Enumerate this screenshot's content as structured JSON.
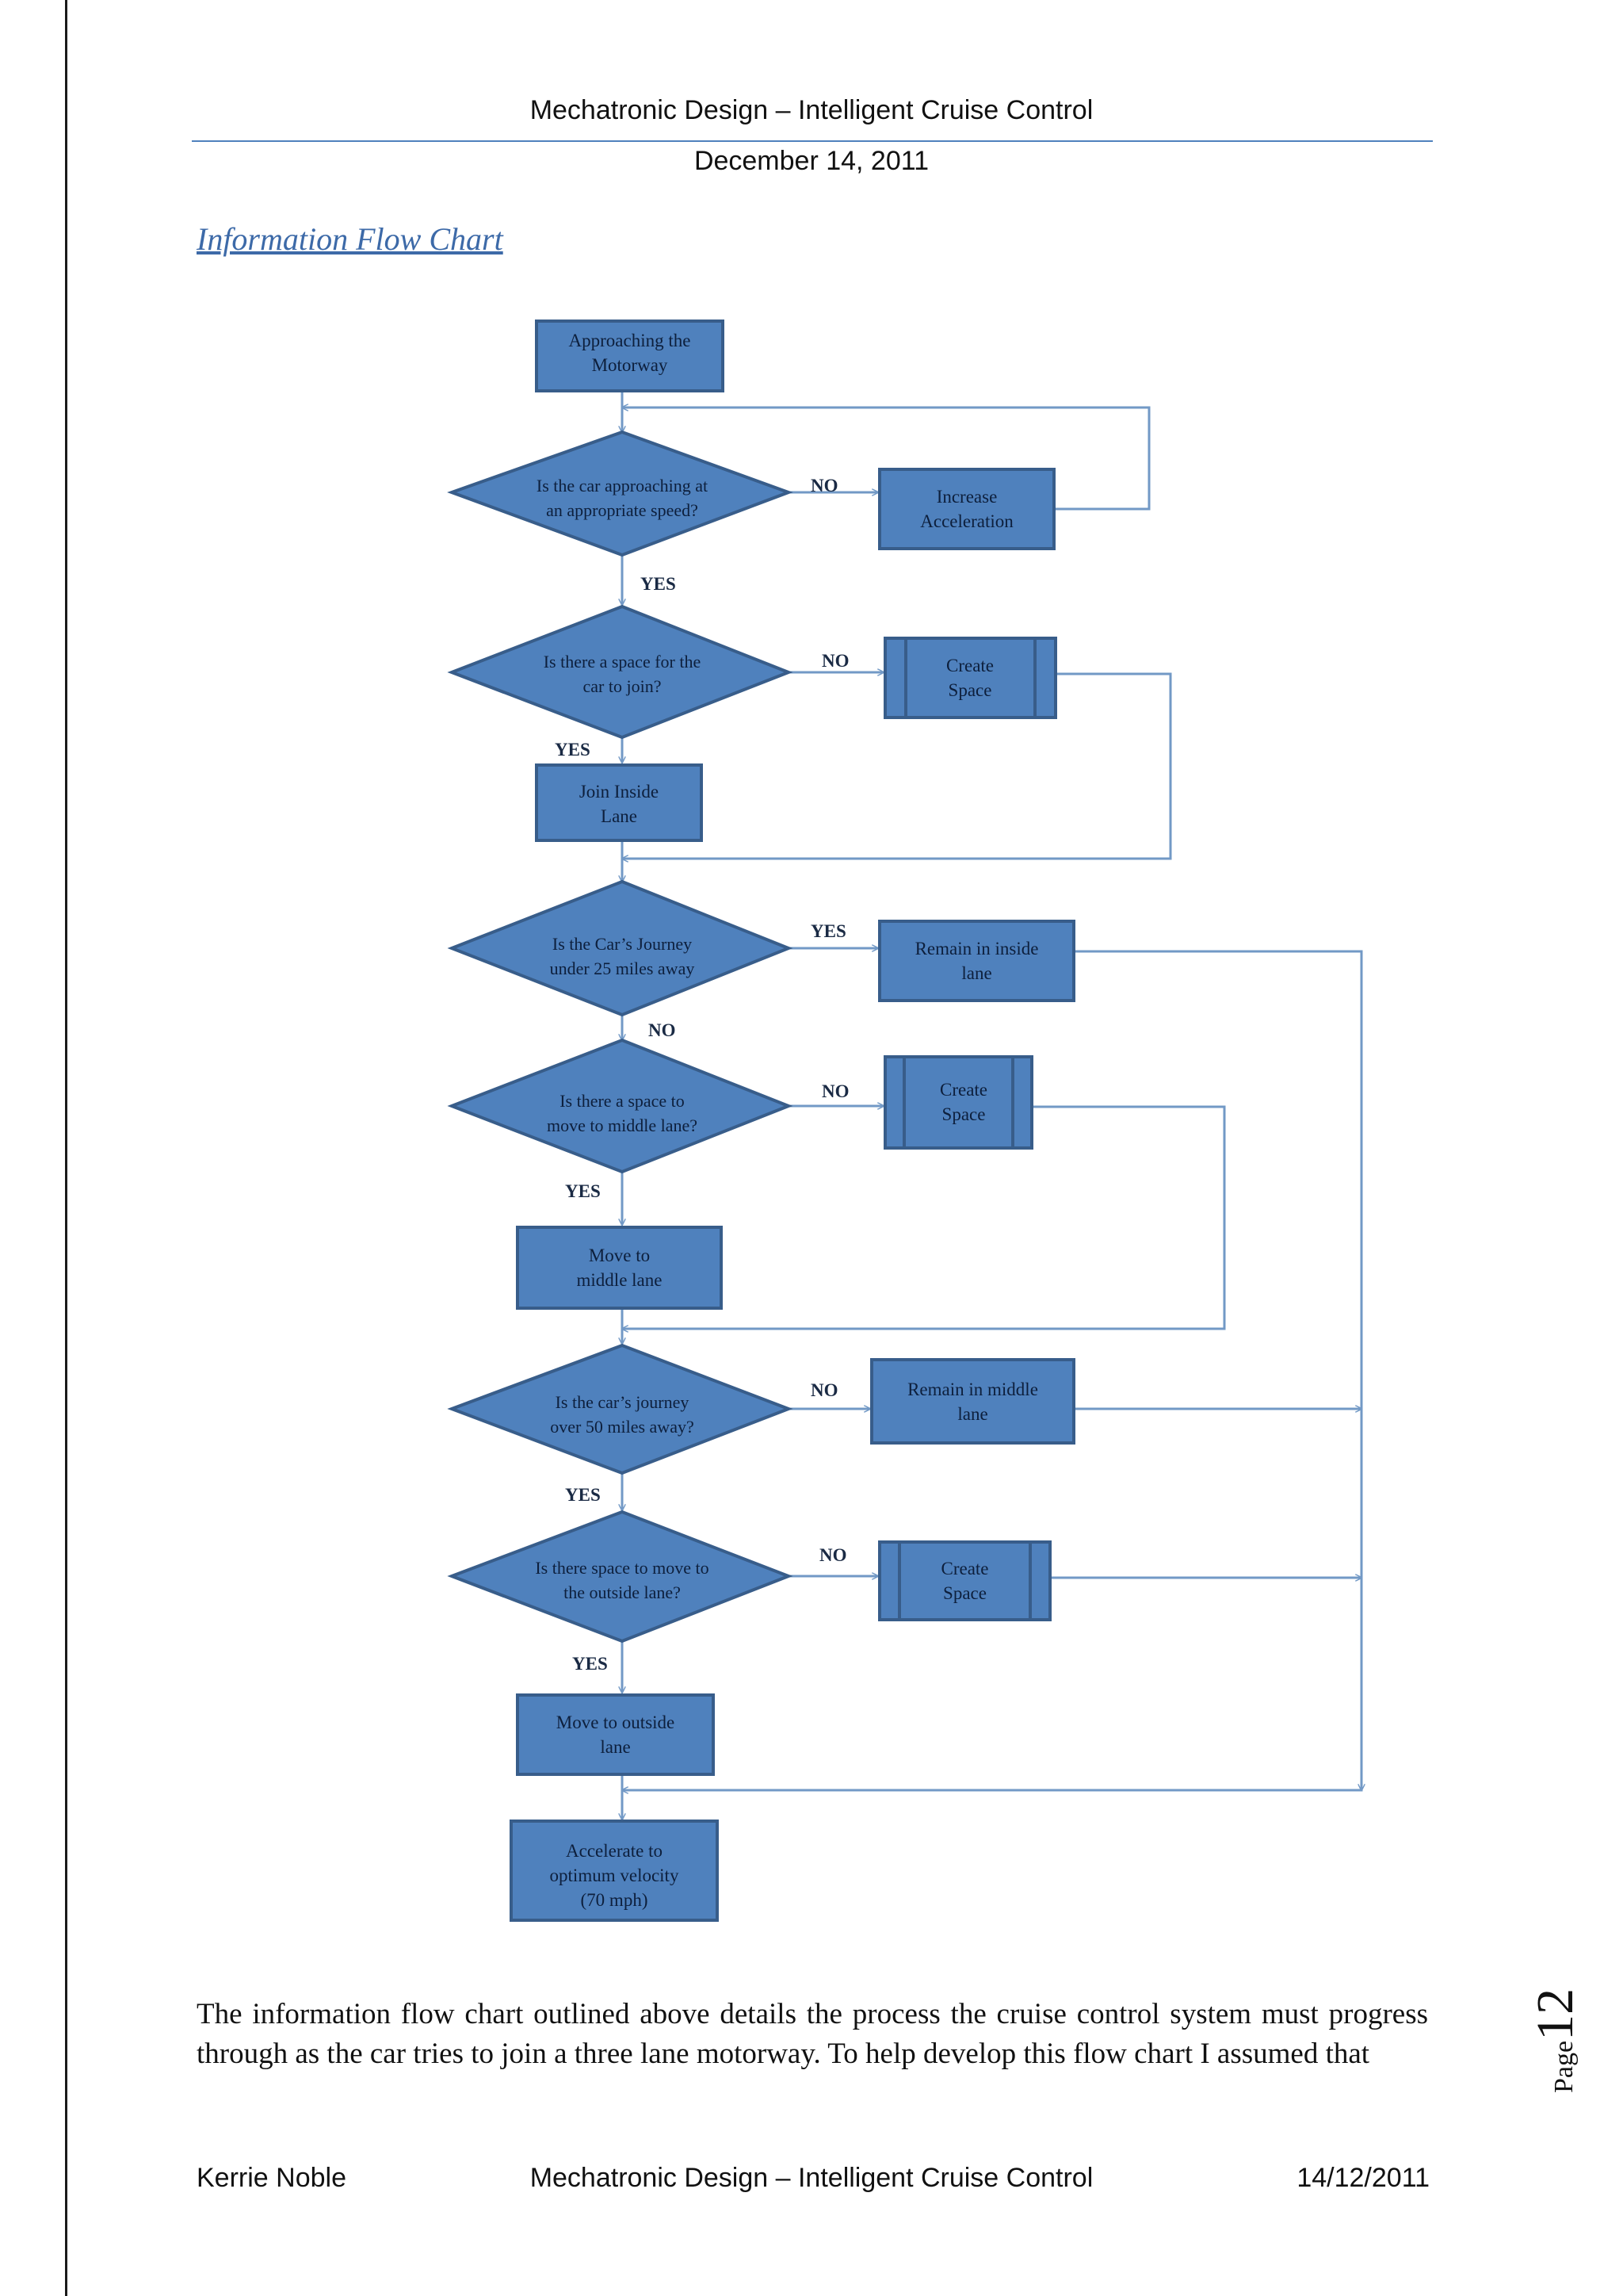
{
  "header": {
    "title": "Mechatronic Design – Intelligent Cruise Control",
    "date": "December 14, 2011"
  },
  "section_title": "Information Flow Chart",
  "flowchart": {
    "nodes": {
      "approach": [
        "Approaching the",
        "Motorway"
      ],
      "q_speed": [
        "Is the car approaching at",
        "an appropriate speed?"
      ],
      "increase_accel": [
        "Increase",
        "Acceleration"
      ],
      "q_space_join": [
        "Is there a space for the",
        "car to join?"
      ],
      "create_space_1": [
        "Create",
        "Space"
      ],
      "join_inside": [
        "Join Inside",
        "Lane"
      ],
      "q_journey_25": [
        "Is the Car’s Journey",
        "under 25 miles away"
      ],
      "remain_inside": [
        "Remain in inside",
        "lane"
      ],
      "q_space_middle": [
        "Is there a space to",
        "move to middle lane?"
      ],
      "create_space_2": [
        "Create",
        "Space"
      ],
      "move_middle": [
        "Move to",
        "middle lane"
      ],
      "q_journey_50": [
        "Is the car’s journey",
        "over 50 miles away?"
      ],
      "remain_middle": [
        "Remain in middle",
        "lane"
      ],
      "q_space_outside": [
        "Is there space to move to",
        "the outside lane?"
      ],
      "create_space_3": [
        "Create",
        "Space"
      ],
      "move_outside": [
        "Move to outside",
        "lane"
      ],
      "accelerate": [
        "Accelerate to",
        "optimum velocity",
        "(70 mph)"
      ]
    },
    "edge_labels": {
      "speed_no": "NO",
      "speed_yes": "YES",
      "join_no": "NO",
      "join_yes": "YES",
      "j25_yes": "YES",
      "j25_no": "NO",
      "middle_no": "NO",
      "middle_yes": "YES",
      "j50_no": "NO",
      "j50_yes": "YES",
      "outside_no": "NO",
      "outside_yes": "YES"
    },
    "colors": {
      "fill": "#4f81bd",
      "stroke": "#385d8a",
      "line": "#7299c6",
      "text": "#0d1f3c"
    }
  },
  "body_text": "The information flow chart outlined above details the process the cruise control system must progress through as the car tries to join a three lane motorway.  To help develop this flow chart I assumed that",
  "page_number": {
    "label": "Page",
    "number": "12"
  },
  "footer": {
    "author": "Kerrie Noble",
    "title": "Mechatronic Design – Intelligent Cruise Control",
    "date": "14/12/2011"
  }
}
